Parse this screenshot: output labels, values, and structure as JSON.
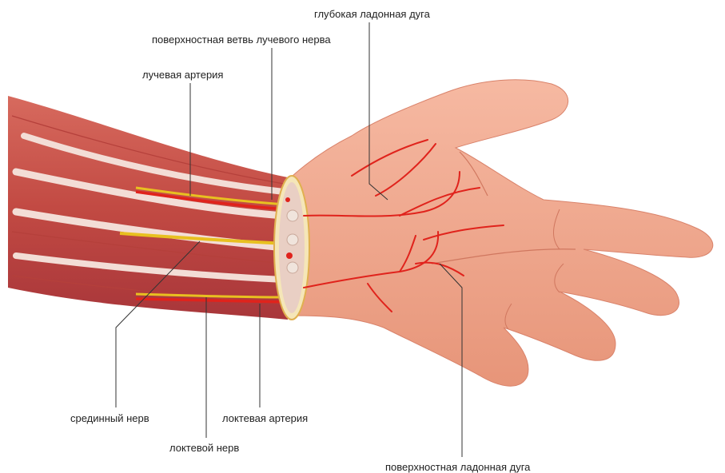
{
  "labels": {
    "deep_palmar_arch": "глубокая ладонная дуга",
    "superficial_branch_radial_nerve": "поверхностная ветвь лучевого нерва",
    "radial_artery": "лучевая артерия",
    "median_nerve": "срединный нерв",
    "ulnar_artery": "локтевая артерия",
    "ulnar_nerve": "локтевой нерв",
    "superficial_palmar_arch": "поверхностная ладонная дуга"
  },
  "colors": {
    "skin": "#f2a98f",
    "skin_shadow": "#e08d74",
    "muscle": "#c8544b",
    "muscle_dark": "#a83a35",
    "tendon": "#f4e2dc",
    "artery": "#e0231c",
    "nerve": "#e8c020",
    "leader_line": "#333333"
  }
}
